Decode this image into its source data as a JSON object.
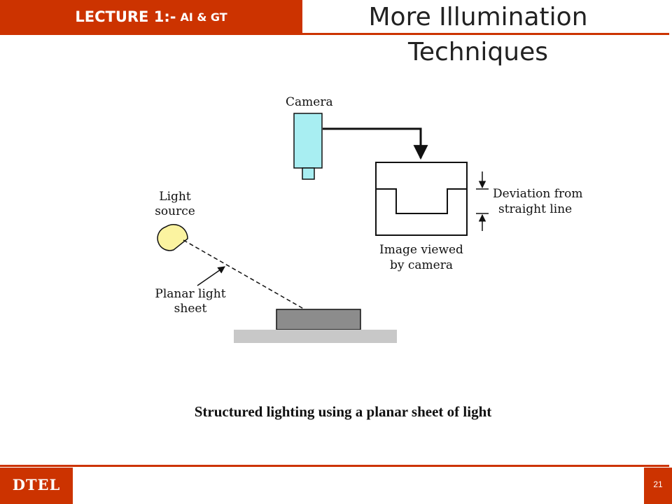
{
  "header": {
    "lecture_label": "LECTURE 1:-",
    "course_label": "AI & GT"
  },
  "title_lines": [
    "More Illumination",
    "Techniques"
  ],
  "diagram": {
    "camera_label": "Camera",
    "light_source_lines": [
      "Light",
      "source"
    ],
    "planar_sheet_lines": [
      "Planar light",
      "sheet"
    ],
    "image_viewed_lines": [
      "Image viewed",
      "by camera"
    ],
    "deviation_lines": [
      "Deviation from",
      "straight line"
    ]
  },
  "caption": "Structured lighting using a planar sheet of light",
  "footer": {
    "org": "DTEL",
    "page_number": "21"
  },
  "colors": {
    "brand_red": "#cc3300",
    "camera_cyan": "#a8eef2",
    "light_yellow": "#fbf3a0",
    "object_gray": "#8c8c8c",
    "table_gray": "#c8c8c8"
  }
}
